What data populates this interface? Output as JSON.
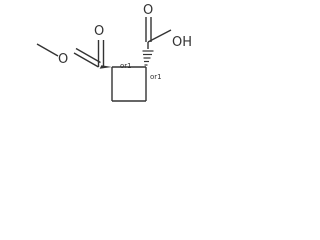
{
  "molecule": {
    "atoms": {
      "o_ester_carbonyl": "O",
      "o_ester_bridge": "O",
      "o_acid_carbonyl": "O",
      "oh_group": "OH",
      "stereo_left": "or1",
      "stereo_right": "or1"
    },
    "colors": {
      "bond": "#333333",
      "text": "#333333",
      "background": "#ffffff"
    }
  }
}
